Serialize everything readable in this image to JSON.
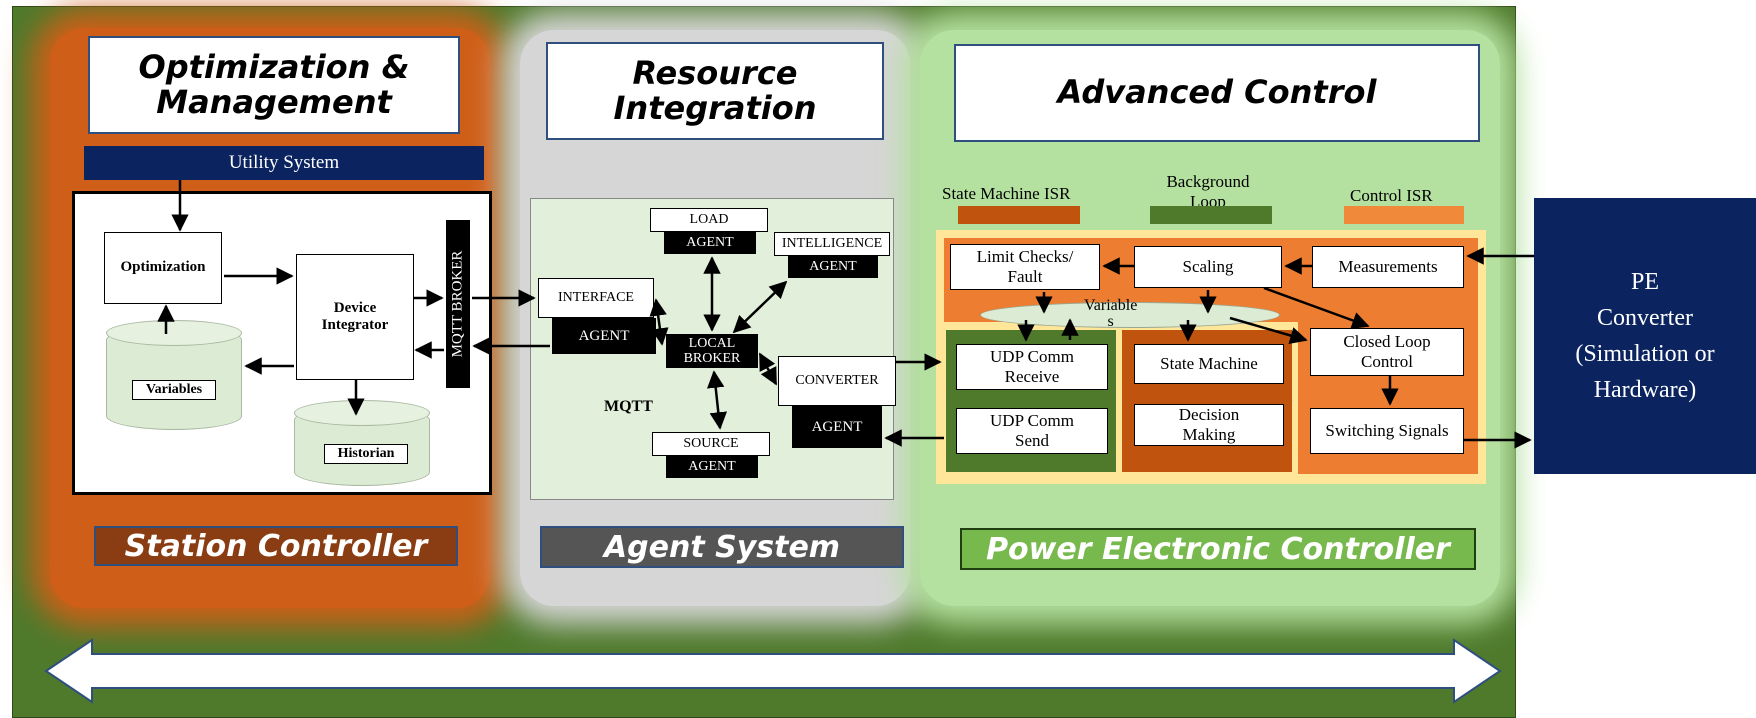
{
  "columns": {
    "station": {
      "title": "Optimization &\nManagement",
      "label": "Station Controller",
      "utility_system": "Utility System",
      "optimization": "Optimization",
      "device_integrator": "Device\nIntegrator",
      "mqtt_broker": "MQTT BROKER",
      "variables": "Variables",
      "historian": "Historian"
    },
    "agent": {
      "title": "Resource\nIntegration",
      "label": "Agent System",
      "mqtt": "MQTT",
      "load": "LOAD",
      "intelligence": "INTELLIGENCE",
      "interface": "INTERFACE",
      "converter": "CONVERTER",
      "source": "SOURCE",
      "agent": "AGENT",
      "local_broker": "LOCAL\nBROKER"
    },
    "pec": {
      "title": "Advanced Control",
      "label": "Power Electronic Controller",
      "state_machine_isr": "State Machine ISR",
      "background_loop": "Background\nLoop",
      "control_isr": "Control ISR",
      "limit_checks": "Limit Checks/\nFault",
      "scaling": "Scaling",
      "measurements": "Measurements",
      "variables": "Variable\ns",
      "udp_receive": "UDP Comm\nReceive",
      "udp_send": "UDP Comm\nSend",
      "state_machine": "State Machine",
      "decision_making": "Decision\nMaking",
      "closed_loop": "Closed Loop\nControl",
      "switching_signals": "Switching Signals"
    }
  },
  "pe_converter": "PE\nConverter\n(Simulation or\nHardware)",
  "colors": {
    "outer_green": "#4f7a2c",
    "orange": "#cf5f18",
    "navy": "#0b2460",
    "agent_gray": "#555555",
    "pec_green": "#78b94e"
  }
}
